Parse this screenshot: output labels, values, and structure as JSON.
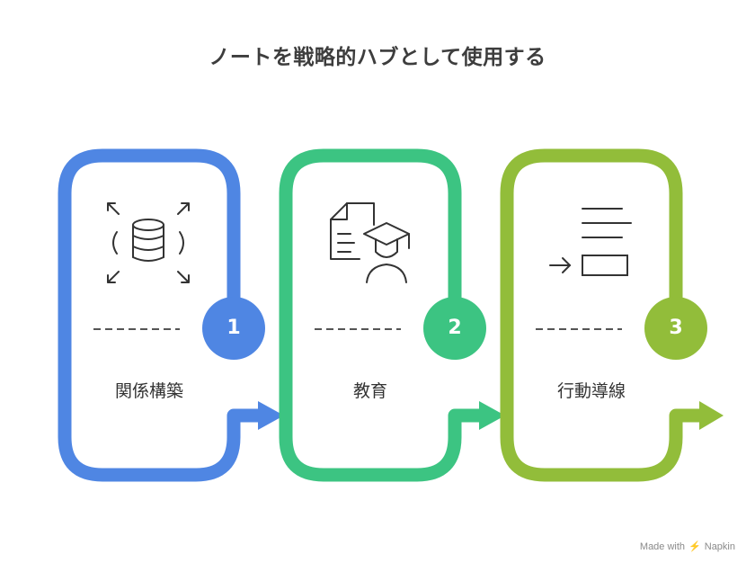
{
  "title": "ノートを戦略的ハブとして使用する",
  "steps": [
    {
      "number": "1",
      "label": "関係構築",
      "color": "#4f86e3",
      "icon": "database-expand-icon"
    },
    {
      "number": "2",
      "label": "教育",
      "color": "#3cc482",
      "icon": "graduate-document-icon"
    },
    {
      "number": "3",
      "label": "行動導線",
      "color": "#92bd3a",
      "icon": "input-lines-icon"
    }
  ],
  "footer": {
    "text": "Made with",
    "brand": "Napkin"
  }
}
